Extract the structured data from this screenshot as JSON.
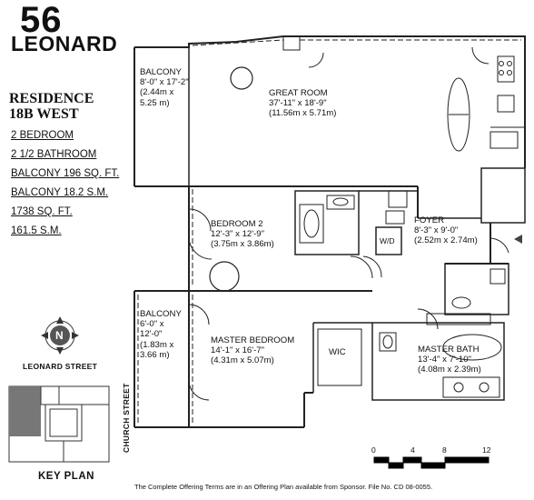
{
  "brand": {
    "line1": "56",
    "line2": "LEONARD"
  },
  "residence": {
    "title_line1": "RESIDENCE",
    "title_line2": "18B WEST"
  },
  "stats": [
    "2 BEDROOM",
    "2 1/2 BATHROOM",
    "BALCONY 196 SQ. FT.",
    "BALCONY 18.2 S.M.",
    "1738 SQ. FT.",
    "161.5 S.M."
  ],
  "rooms": {
    "balcony1": [
      "BALCONY",
      "8'-0\" x 17'-2\"",
      "(2.44m x",
      "5.25 m)"
    ],
    "great_room": [
      "GREAT ROOM",
      "37'-11\" x 18'-9\"",
      "(11.56m x 5.71m)"
    ],
    "bedroom2": [
      "BEDROOM 2",
      "12'-3\" x 12'-9\"",
      "(3.75m x 3.86m)"
    ],
    "foyer": [
      "FOYER",
      "8'-3\" x 9'-0\"",
      "(2.52m x 2.74m)"
    ],
    "balcony2": [
      "BALCONY",
      "6'-0\" x",
      "12'-0\"",
      "(1.83m x",
      "3.66 m)"
    ],
    "master_bedroom": [
      "MASTER BEDROOM",
      "14'-1\" x 16'-7\"",
      "(4.31m x 5.07m)"
    ],
    "master_bath": [
      "MASTER BATH",
      "13'-4\" x 7'-10\"",
      "(4.08m x 2.39m)"
    ],
    "wic": "WIC",
    "wd": "W/D"
  },
  "compass": "N",
  "streets": {
    "leonard": "LEONARD STREET",
    "church": "CHURCH STREET"
  },
  "key_plan": "KEY PLAN",
  "scale": {
    "labels": [
      "0",
      "4",
      "8",
      "12"
    ]
  },
  "footer": "The Complete Offering Terms are in an Offering Plan available from Sponsor. File No. CD 08-0055."
}
